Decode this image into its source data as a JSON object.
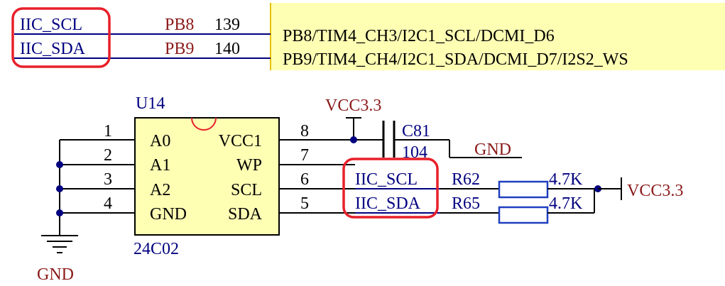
{
  "colors": {
    "wire": "#000000",
    "net_blue": "#000080",
    "label_red": "#8b1a1a",
    "highlight_red": "#e8202a",
    "ic_fill": "#ffffb4",
    "pad_fill": "#ffffb4",
    "resistor_blue": "#1f3fbf"
  },
  "mcu_pins": {
    "rows": [
      {
        "net": "IIC_SCL",
        "port": "PB8",
        "number": "139",
        "function": "PB8/TIM4_CH3/I2C1_SCL/DCMI_D6"
      },
      {
        "net": "IIC_SDA",
        "port": "PB9",
        "number": "140",
        "function": "PB9/TIM4_CH4/I2C1_SDA/DCMI_D7/I2S2_WS"
      }
    ]
  },
  "ic": {
    "designator": "U14",
    "part": "24C02",
    "left_pins": [
      {
        "num": "1",
        "name": "A0"
      },
      {
        "num": "2",
        "name": "A1"
      },
      {
        "num": "3",
        "name": "A2"
      },
      {
        "num": "4",
        "name": "GND"
      }
    ],
    "right_pins": [
      {
        "num": "8",
        "name": "VCC1"
      },
      {
        "num": "7",
        "name": "WP"
      },
      {
        "num": "6",
        "name": "SCL"
      },
      {
        "num": "5",
        "name": "SDA"
      }
    ]
  },
  "power": {
    "vcc_top": "VCC3.3",
    "vcc_right": "VCC3.3",
    "gnd_cap": "GND",
    "gnd_left": "GND"
  },
  "capacitor": {
    "designator": "C81",
    "value": "104"
  },
  "nets": {
    "scl": "IIC_SCL",
    "sda": "IIC_SDA"
  },
  "resistors": [
    {
      "designator": "R62",
      "value": "4.7K"
    },
    {
      "designator": "R65",
      "value": "4.7K"
    }
  ]
}
